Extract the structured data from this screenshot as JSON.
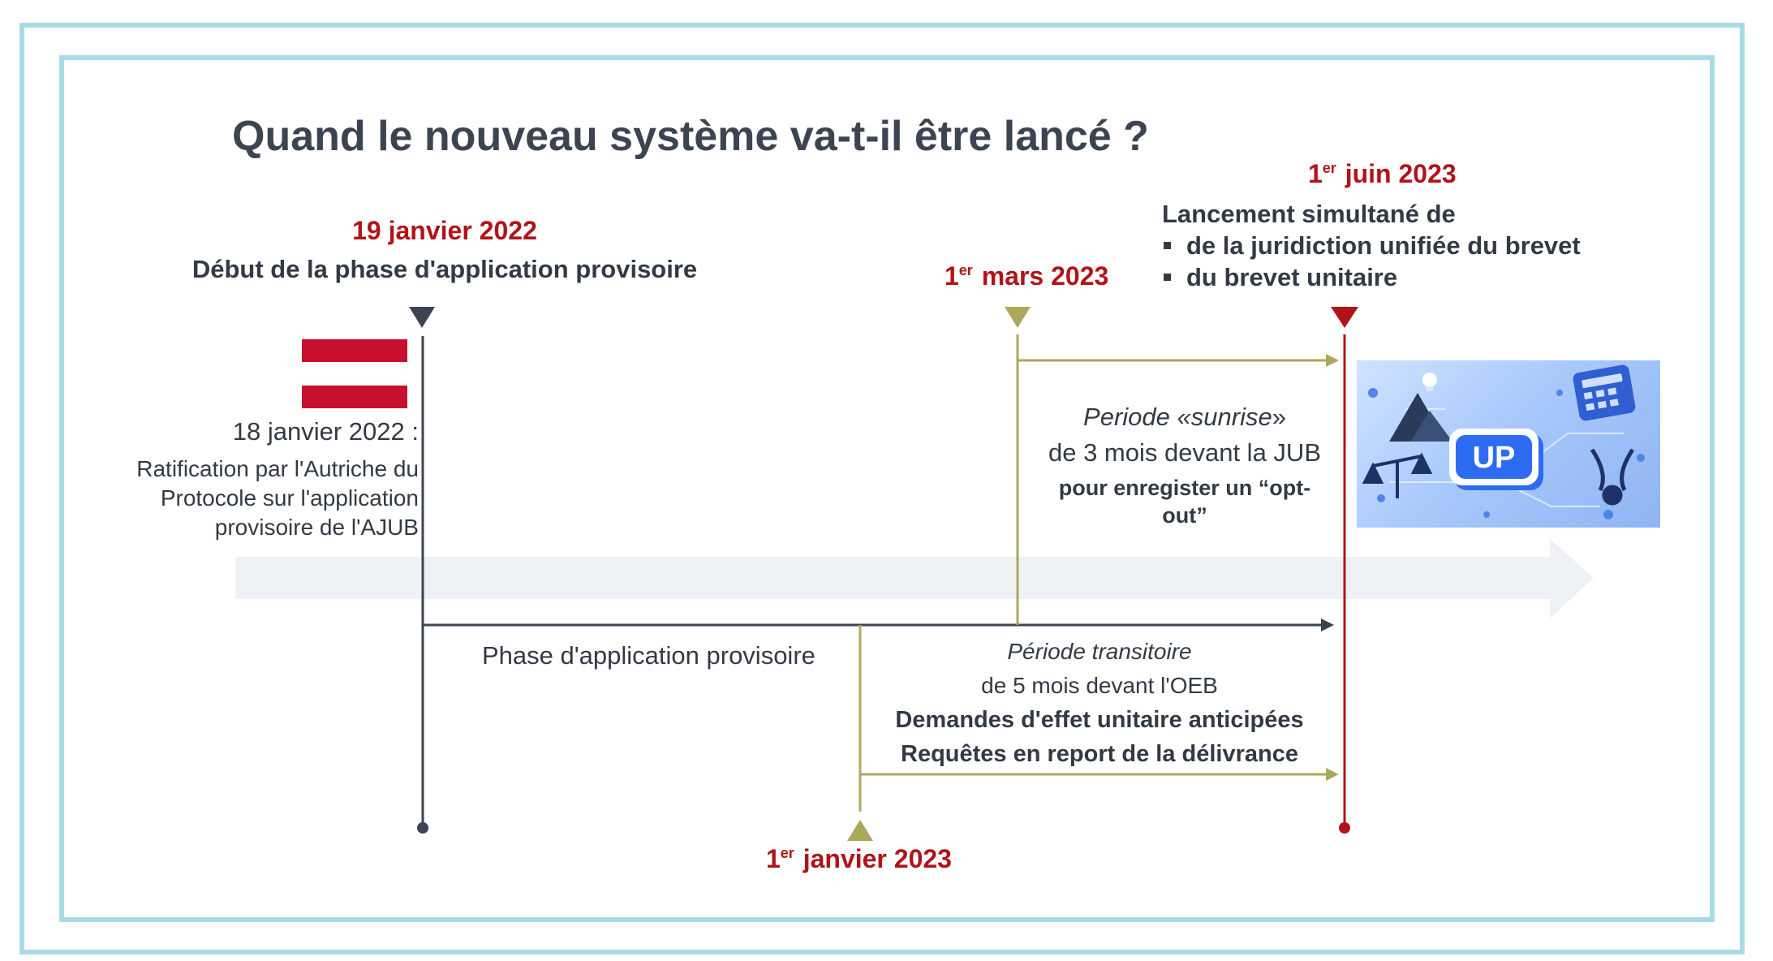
{
  "title": "Quand le nouveau système va-t-il être lancé ?",
  "colors": {
    "frame": "#a8dbe6",
    "red": "#b01419",
    "olive": "#aca85b",
    "dark": "#3d4451",
    "band": "#eef1f5"
  },
  "events": {
    "jan2022": {
      "date": "19 janvier 2022",
      "label": "Début de la phase d'application provisoire"
    },
    "mar2023": {
      "date_sup": "er",
      "date_num": "1",
      "date_rest": "mars 2023"
    },
    "jun2023": {
      "date_num": "1",
      "date_sup": "er",
      "date_rest": "juin 2023",
      "heading": "Lancement simultané de",
      "items": [
        "de la juridiction unifiée du brevet",
        "du brevet unitaire"
      ]
    },
    "jan2023": {
      "date_num": "1",
      "date_sup": "er",
      "date_rest": "janvier 2023"
    }
  },
  "austria": {
    "flag_colors": [
      "#c8102e",
      "#ffffff",
      "#c8102e"
    ],
    "date": "18 janvier 2022 :",
    "lines": [
      "Ratification par l'Autriche du",
      "Protocole sur l'application",
      "provisoire de l'AJUB"
    ]
  },
  "sunrise": {
    "line1_italic": "Periode «",
    "line1_em": "sunrise",
    "line1_end": "»",
    "line2": "de 3 mois devant la JUB",
    "line3": "pour enregister un “opt-",
    "line4": "out”"
  },
  "provisional_phase": {
    "label": "Phase d'application provisoire"
  },
  "transition": {
    "title": "Période transitoire",
    "line2": "de 5 mois devant l'OEB",
    "line3": "Demandes d'effet unitaire anticipées",
    "line4": "Requêtes en report de la délivrance"
  },
  "illustration": {
    "badge_text": "UP",
    "icons": [
      "mountain-icon",
      "calculator-icon",
      "scales-icon",
      "stethoscope-icon",
      "lightbulb-icon"
    ]
  }
}
